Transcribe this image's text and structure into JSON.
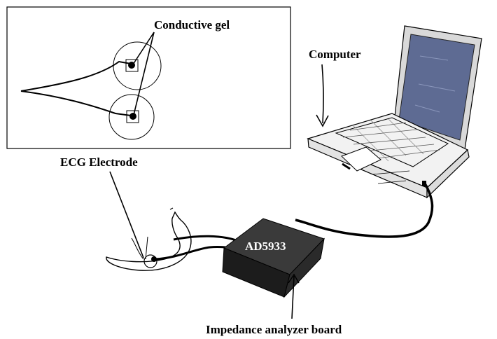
{
  "labels": {
    "conductive_gel": "Conductive gel",
    "computer": "Computer",
    "ecg_electrode": "ECG Electrode",
    "chip": "AD5933",
    "board": "Impedance analyzer board"
  },
  "colors": {
    "ink": "#000000",
    "board_top": "#3a3a3a",
    "board_side": "#1c1c1c",
    "screen": "#5e6b93",
    "laptop_body": "#f2f2f2"
  }
}
